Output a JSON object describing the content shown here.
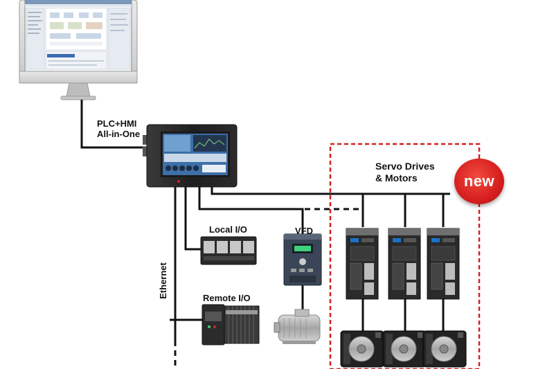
{
  "labels": {
    "plc_hmi_line1": "PLC+HMI",
    "plc_hmi_line2": "All-in-One",
    "servo_line1": "Servo Drives",
    "servo_line2": "& Motors",
    "local_io": "Local I/O",
    "vfd": "VFD",
    "remote_io": "Remote I/O",
    "ethernet": "Ethernet"
  },
  "badge": {
    "text": "new",
    "color": "#d61f1f"
  },
  "colors": {
    "bus_line": "#111111",
    "dashed_box": "#d42020",
    "device_dark": "#2a2a2a",
    "screen_blue": "#3d6fa8"
  },
  "devices": {
    "servo_drive_count": 3,
    "servo_motor_count": 3,
    "local_io_module_count": 4
  }
}
